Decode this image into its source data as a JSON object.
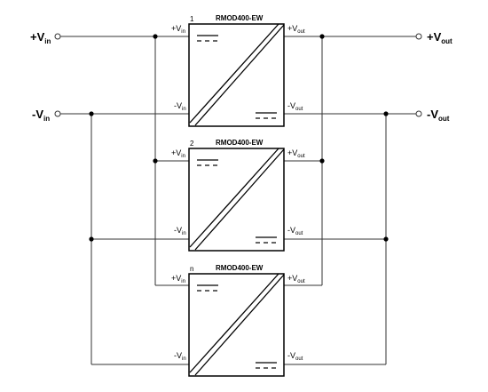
{
  "terminals": {
    "vin_plus": {
      "sign": "+V",
      "sub": "in"
    },
    "vin_minus": {
      "sign": "-V",
      "sub": "in"
    },
    "vout_plus": {
      "sign": "+V",
      "sub": "out"
    },
    "vout_minus": {
      "sign": "-V",
      "sub": "out"
    }
  },
  "modules": [
    {
      "index": "1",
      "model": "RMOD400-EW",
      "pins": {
        "in_plus": [
          "+V",
          "in"
        ],
        "in_minus": [
          "-V",
          "in"
        ],
        "out_plus": [
          "+V",
          "out"
        ],
        "out_minus": [
          "-V",
          "out"
        ]
      }
    },
    {
      "index": "2",
      "model": "RMOD400-EW",
      "pins": {
        "in_plus": [
          "+V",
          "in"
        ],
        "in_minus": [
          "-V",
          "in"
        ],
        "out_plus": [
          "+V",
          "out"
        ],
        "out_minus": [
          "-V",
          "out"
        ]
      }
    },
    {
      "index": "n",
      "model": "RMOD400-EW",
      "pins": {
        "in_plus": [
          "+V",
          "in"
        ],
        "in_minus": [
          "-V",
          "in"
        ],
        "out_plus": [
          "+V",
          "out"
        ],
        "out_minus": [
          "-V",
          "out"
        ]
      }
    }
  ]
}
